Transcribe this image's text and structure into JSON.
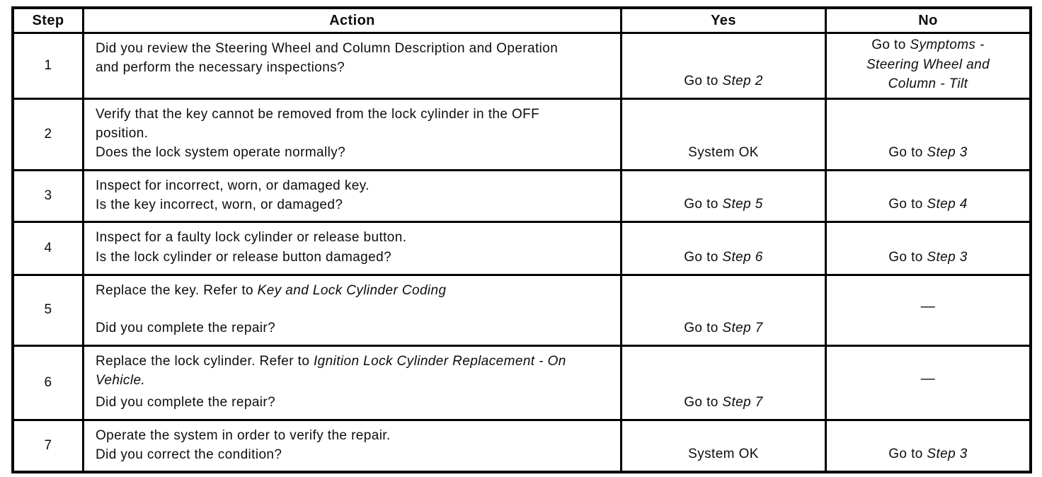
{
  "colors": {
    "paper": "#ffffff",
    "ink": "#0d0d0d",
    "table_lines": "#000000"
  },
  "table": {
    "columns": [
      {
        "label": "Step"
      },
      {
        "label": "Action"
      },
      {
        "label": "Yes"
      },
      {
        "label": "No"
      }
    ],
    "rows": [
      {
        "step": "1",
        "action": [
          {
            "text": "Did you review the Steering Wheel and Column Description and Operation and perform the necessary inspections?"
          }
        ],
        "question": null,
        "yes": [
          {
            "text": "Go to "
          },
          {
            "text": "Step 2",
            "italic": true
          }
        ],
        "no": [
          {
            "text": "Go to "
          },
          {
            "text": "Symptoms - Steering Wheel and Column - Tilt",
            "italic": true
          }
        ]
      },
      {
        "step": "2",
        "action": [
          {
            "text": "Verify that the key cannot be removed from the lock cylinder in the OFF position."
          }
        ],
        "question": "Does the lock system operate normally?",
        "yes": [
          {
            "text": "System OK"
          }
        ],
        "no": [
          {
            "text": "Go to "
          },
          {
            "text": "Step 3",
            "italic": true
          }
        ]
      },
      {
        "step": "3",
        "action": [
          {
            "text": "Inspect for incorrect, worn, or damaged key."
          }
        ],
        "question": "Is the key incorrect, worn, or damaged?",
        "yes": [
          {
            "text": "Go to "
          },
          {
            "text": "Step 5",
            "italic": true
          }
        ],
        "no": [
          {
            "text": "Go to "
          },
          {
            "text": "Step 4",
            "italic": true
          }
        ]
      },
      {
        "step": "4",
        "action": [
          {
            "text": "Inspect for a faulty lock cylinder or release button."
          }
        ],
        "question": "Is the lock cylinder or release button damaged?",
        "yes": [
          {
            "text": "Go to "
          },
          {
            "text": "Step 6",
            "italic": true
          }
        ],
        "no": [
          {
            "text": "Go to "
          },
          {
            "text": "Step 3",
            "italic": true
          }
        ]
      },
      {
        "step": "5",
        "action": [
          {
            "text": "Replace the key. Refer to "
          },
          {
            "text": "Key and Lock Cylinder Coding",
            "italic": true
          }
        ],
        "question": "Did you complete the repair?",
        "yes": [
          {
            "text": "Go to "
          },
          {
            "text": "Step 7",
            "italic": true
          }
        ],
        "no": [
          {
            "text": "—"
          }
        ]
      },
      {
        "step": "6",
        "action": [
          {
            "text": "Replace the lock cylinder. Refer to "
          },
          {
            "text": "Ignition Lock Cylinder Replacement - On Vehicle.",
            "italic": true
          }
        ],
        "question": "Did you complete the repair?",
        "yes": [
          {
            "text": "Go to "
          },
          {
            "text": "Step 7",
            "italic": true
          }
        ],
        "no": [
          {
            "text": "—"
          }
        ]
      },
      {
        "step": "7",
        "action": [
          {
            "text": "Operate the system in order to verify the repair."
          }
        ],
        "question": "Did you correct the condition?",
        "yes": [
          {
            "text": "System OK"
          }
        ],
        "no": [
          {
            "text": "Go to "
          },
          {
            "text": "Step 3",
            "italic": true
          }
        ]
      }
    ]
  }
}
